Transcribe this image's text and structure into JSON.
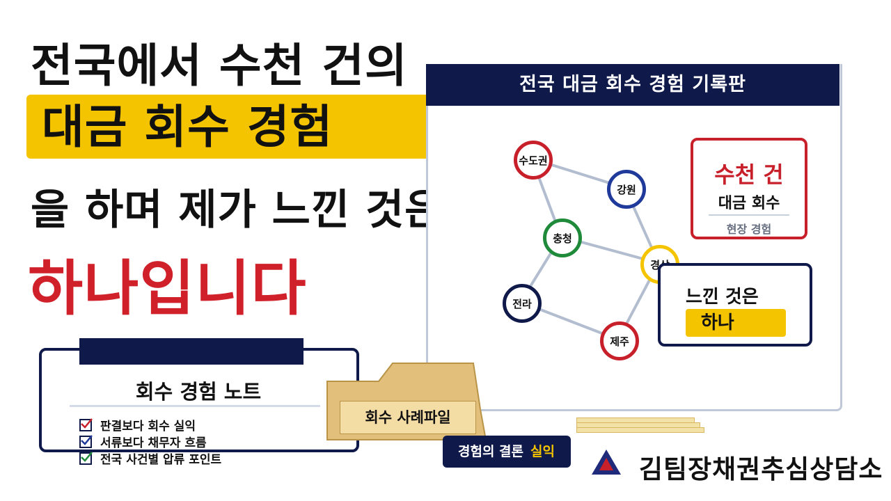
{
  "headline": {
    "line1": "전국에서 수천 건의",
    "line2": "대금 회수 경험",
    "line3": "을 하며 제가 느낀 것은",
    "line4": "하나입니다"
  },
  "board": {
    "title": "전국 대금 회수 경험 기록판",
    "regions": [
      {
        "label": "수도권",
        "color": "#c8202a"
      },
      {
        "label": "강원",
        "color": "#1f3a9a"
      },
      {
        "label": "충청",
        "color": "#1f8a3a"
      },
      {
        "label": "경상",
        "color": "#f5c400"
      },
      {
        "label": "전라",
        "color": "#0f1a4a"
      },
      {
        "label": "제주",
        "color": "#c8202a"
      }
    ],
    "count_box": {
      "main": "수천 건",
      "sub": "대금 회수",
      "note": "현장 경험"
    },
    "felt_box": {
      "label": "느낀 것은",
      "answer": "하나"
    }
  },
  "note_card": {
    "title": "회수 경험 노트",
    "items": [
      "판결보다 회수 실익",
      "서류보다 채무자 흐름",
      "전국 사건별 압류 포인트"
    ]
  },
  "folder": {
    "label": "회수 사례파일"
  },
  "conclusion": {
    "prefix": "경험의 결론",
    "accent": "실익"
  },
  "brand": {
    "name": "김팀장채권추심상담소"
  },
  "colors": {
    "navy": "#0f1a4a",
    "yellow": "#f5c400",
    "red": "#c8202a"
  }
}
